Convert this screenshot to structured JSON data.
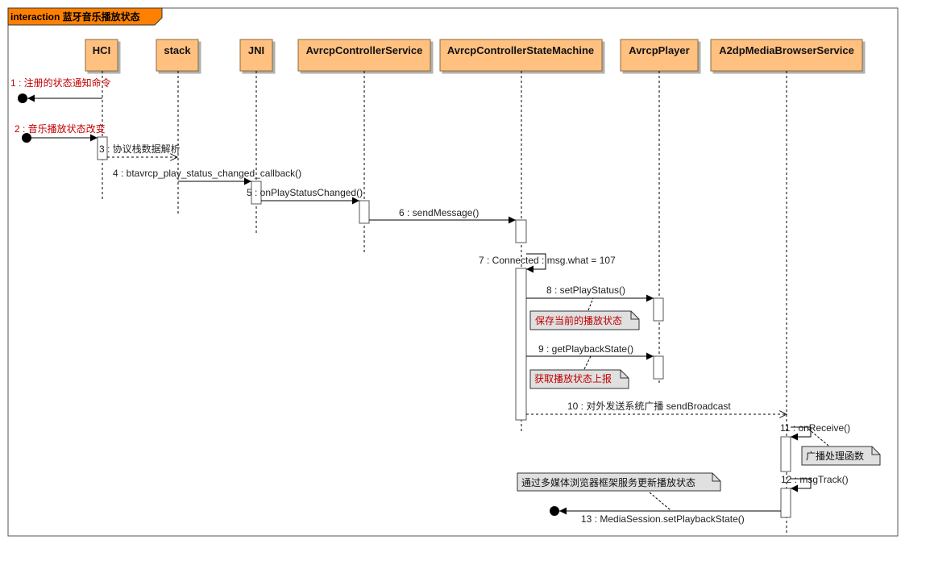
{
  "frame": {
    "title": "interaction 蓝牙音乐播放状态"
  },
  "lifelines": [
    {
      "id": "hci",
      "label": "HCI"
    },
    {
      "id": "stack",
      "label": "stack"
    },
    {
      "id": "jni",
      "label": "JNI"
    },
    {
      "id": "acs",
      "label": "AvrcpControllerService"
    },
    {
      "id": "acsm",
      "label": "AvrcpControllerStateMachine"
    },
    {
      "id": "ap",
      "label": "AvrcpPlayer"
    },
    {
      "id": "a2dp",
      "label": "A2dpMediaBrowserService"
    }
  ],
  "messages": [
    {
      "label": "1 : 注册的状态通知命令"
    },
    {
      "label": "2 : 音乐播放状态改变"
    },
    {
      "label": "3 : 协议栈数据解析"
    },
    {
      "label": "4 : btavrcp_play_status_changed_callback()"
    },
    {
      "label": "5 : onPlayStatusChanged()"
    },
    {
      "label": "6 : sendMessage()"
    },
    {
      "label": "7 : Connected : msg.what = 107"
    },
    {
      "label": "8 : setPlayStatus()"
    },
    {
      "label": "9 : getPlaybackState()"
    },
    {
      "label": "10 : 对外发送系统广播 sendBroadcast"
    },
    {
      "label": "11 : onReceive()"
    },
    {
      "label": "12 : msgTrack()"
    },
    {
      "label": "13 : MediaSession.setPlaybackState()"
    }
  ],
  "notes": [
    {
      "text": "保存当前的播放状态"
    },
    {
      "text": "获取播放状态上报"
    },
    {
      "text": "广播处理函数"
    },
    {
      "text": "通过多媒体浏览器框架服务更新播放状态"
    }
  ],
  "colors": {
    "lifeline_head": "#ffc080",
    "frame_tab": "#ff8000",
    "note_fill": "#e0e0e0",
    "red_text": "#c00000"
  }
}
